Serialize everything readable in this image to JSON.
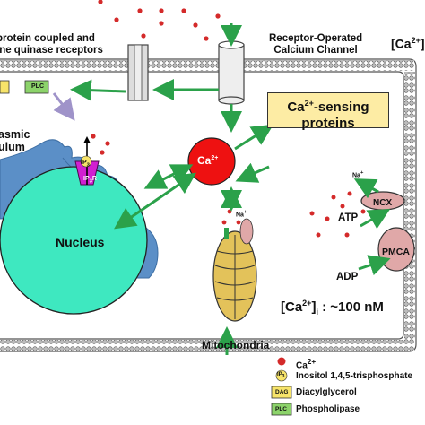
{
  "labels": {
    "receptor_left": "protein coupled and\nine quinase receptors",
    "receptor_operated": "Receptor-Operated\nCalcium Channel",
    "er": "asmic\nulum",
    "ca_ext": "[Ca",
    "ca_ext_sup": "2+",
    "ca_ext_close": "]",
    "sensing": "Ca",
    "sensing_sup": "2+",
    "sensing_rest": "-sensing",
    "sensing_line2": "proteins",
    "ca_center": "Ca",
    "ca_center_sup": "2+",
    "nucleus": "Nucleus",
    "mitochondria": "Mitochondria",
    "ncx": "NCX",
    "pmca": "PMCA",
    "atp": "ATP",
    "adp": "ADP",
    "na": "Na",
    "na_sup": "+",
    "ca_int_open": "[Ca",
    "ca_int_sup": "2+",
    "ca_int_close": "]",
    "ca_int_sub": "i",
    "ca_int_value": " : ~100 nM",
    "plc_box": "PLC",
    "ip3_icon": "IP",
    "ip3_sub": "3",
    "ip3r": "IP",
    "ip3r_sub": "3",
    "ip3r_r": "R"
  },
  "legend": [
    {
      "symbol": "Ca",
      "symbol_sup": "2+",
      "text": "Ca",
      "sup": "2+",
      "kind": "ca-dot"
    },
    {
      "symbol": "IP",
      "symbol_sub": "3",
      "text": "Inositol 1,4,5-trisphosphate",
      "kind": "ip3-icon"
    },
    {
      "symbol": "DAG",
      "text": "Diacylglycerol",
      "kind": "dag-box"
    },
    {
      "symbol": "PLC",
      "text": "Phospholipase",
      "kind": "plc-box"
    }
  ],
  "colors": {
    "arrow": "#2ba14a",
    "ca_dot": "#d42a2a",
    "nucleus": "#3ee8c0",
    "er": "#5b8fc7",
    "plc": "#8cd36a",
    "dag": "#f7e46a",
    "ip3r": "#d11fd1",
    "sensing_box": "#fdeca4",
    "pmca": "#e0a8a8",
    "ncx": "#e0a8a8",
    "membrane": "#c0c0c0"
  }
}
